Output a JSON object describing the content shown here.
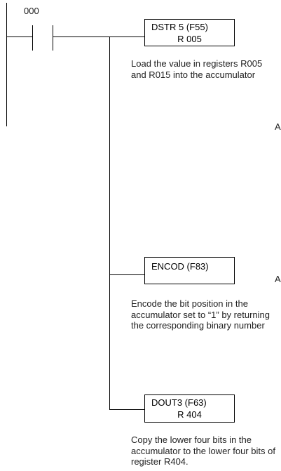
{
  "rung": {
    "contact_address": "000"
  },
  "instructions": [
    {
      "line1": "DSTR 5 (F55)",
      "line2": "R 005",
      "description": "Load the value in registers R005 and R015 into the accumulator"
    },
    {
      "line1": "ENCOD (F83)",
      "line2": "",
      "description": "Encode the bit position in the accumulator set to “1” by returning the corresponding binary number"
    },
    {
      "line1": "DOUT3 (F63)",
      "line2": "R 404",
      "description": "Copy the lower four bits in the accumulator to the lower four bits of register R404."
    }
  ],
  "edge_text": [
    "A",
    "A"
  ]
}
